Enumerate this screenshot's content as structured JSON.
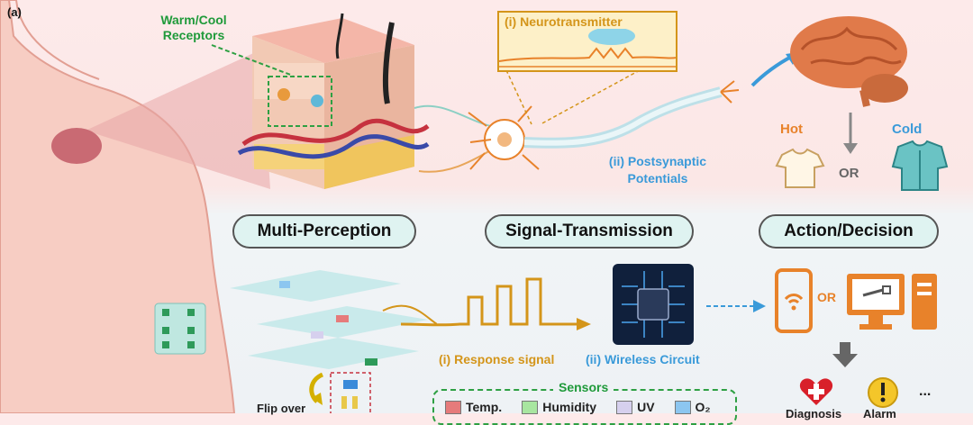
{
  "panel_label": "(a)",
  "receptor_label_line1": "Warm/Cool",
  "receptor_label_line2": "Receptors",
  "neurotransmitter_label": "(i) Neurotransmitter",
  "postsynaptic_line1": "(ii) Postsynaptic",
  "postsynaptic_line2": "Potentials",
  "hot_label": "Hot",
  "cold_label": "Cold",
  "or_label_1": "OR",
  "or_label_2": "OR",
  "stage1": "Multi-Perception",
  "stage2": "Signal-Transmission",
  "stage3": "Action/Decision",
  "response_signal": "(i) Response signal",
  "wireless_circuit": "(ii) Wireless Circuit",
  "sensors_title": "Sensors",
  "sensors": [
    {
      "label": "Temp.",
      "color": "#e67b7b"
    },
    {
      "label": "Humidity",
      "color": "#a8e6a0"
    },
    {
      "label": "UV",
      "color": "#d6d0ee"
    },
    {
      "label": "O₂",
      "color": "#8cc6f0"
    }
  ],
  "flip_over": "Flip over",
  "diagnosis": "Diagnosis",
  "alarm": "Alarm",
  "ellipsis": "...",
  "colors": {
    "orange": "#e8822a",
    "blue_text": "#3a9ad9",
    "green_text": "#1f9a3a",
    "gold_text": "#d4951a"
  }
}
